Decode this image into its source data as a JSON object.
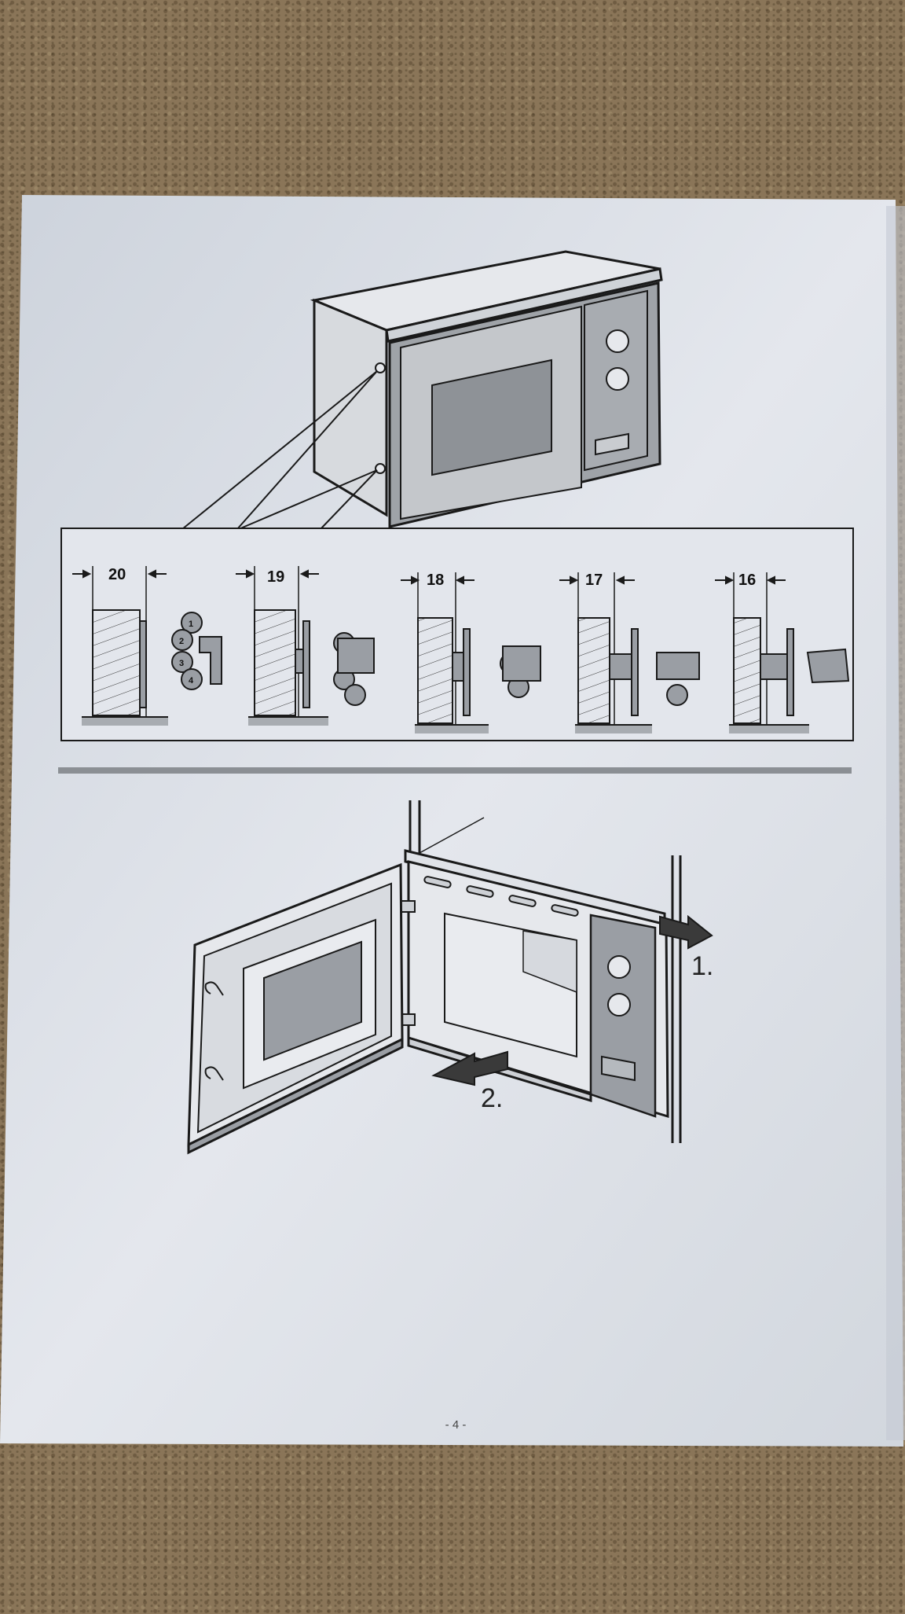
{
  "manual_page": {
    "page_number": "- 4 -",
    "spacer_panel": {
      "widths": [
        "20",
        "19",
        "18",
        "17",
        "16"
      ],
      "clip_labels": [
        "1",
        "2",
        "3",
        "4"
      ]
    },
    "door_steps": {
      "step1": "1.",
      "step2": "2."
    },
    "colors": {
      "paper": "#dfe3ea",
      "line": "#1a1a1a",
      "shade": "#9a9ea4",
      "divider": "#8b8f94"
    }
  }
}
